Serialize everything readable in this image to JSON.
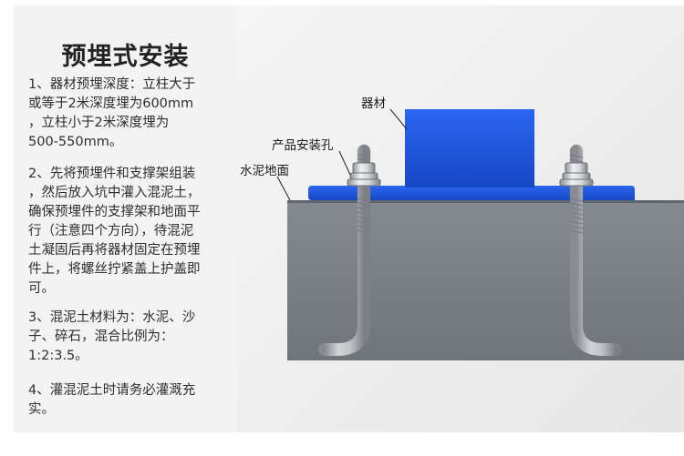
{
  "title": "预埋式安装",
  "steps": [
    [
      "1、器材预埋深度：立柱大于",
      "或等于2米深度埋为600mm",
      "，立柱小于2米深度埋为",
      "500-550mm。"
    ],
    [
      "2、先将预埋件和支撑架组装",
      "，然后放入坑中灌入混泥土，",
      "确保预埋件的支撑架和地面平",
      "行（注意四个方向），待混泥",
      "土凝固后再将器材固定在预埋",
      "件上，将螺丝拧紧盖上护盖即",
      "可。"
    ],
    [
      "3、混泥土材料为：水泥、沙",
      "子、碎石，混合比例为：",
      "1:2:3.5。"
    ],
    [
      "4、灌混泥土时请务必灌溉充",
      "实。"
    ]
  ],
  "diagram": {
    "labels": {
      "equipment": "器材",
      "mount_hole": "产品安装孔",
      "cement_ground": "水泥地面"
    },
    "colors": {
      "blue": "#1e5ae6",
      "concrete": "#7b8187",
      "steel": "#c9ccd1"
    }
  }
}
